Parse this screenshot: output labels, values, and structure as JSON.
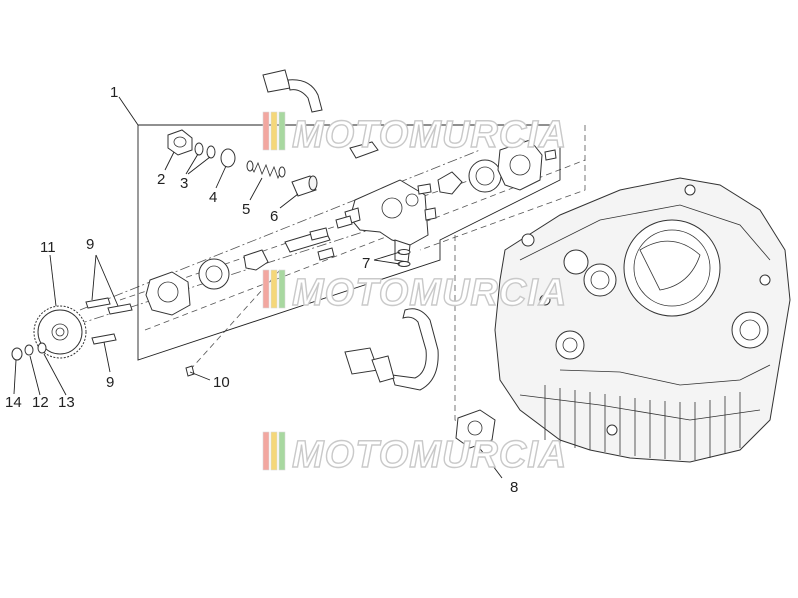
{
  "watermark": {
    "text": "MOTOMURCIA",
    "stripe_colors": [
      "#f2a7a0",
      "#f5d77a",
      "#a8d8a0"
    ]
  },
  "callouts": [
    "1",
    "2",
    "3",
    "4",
    "5",
    "6",
    "7",
    "8",
    "9",
    "9",
    "10",
    "11",
    "12",
    "13",
    "14"
  ]
}
